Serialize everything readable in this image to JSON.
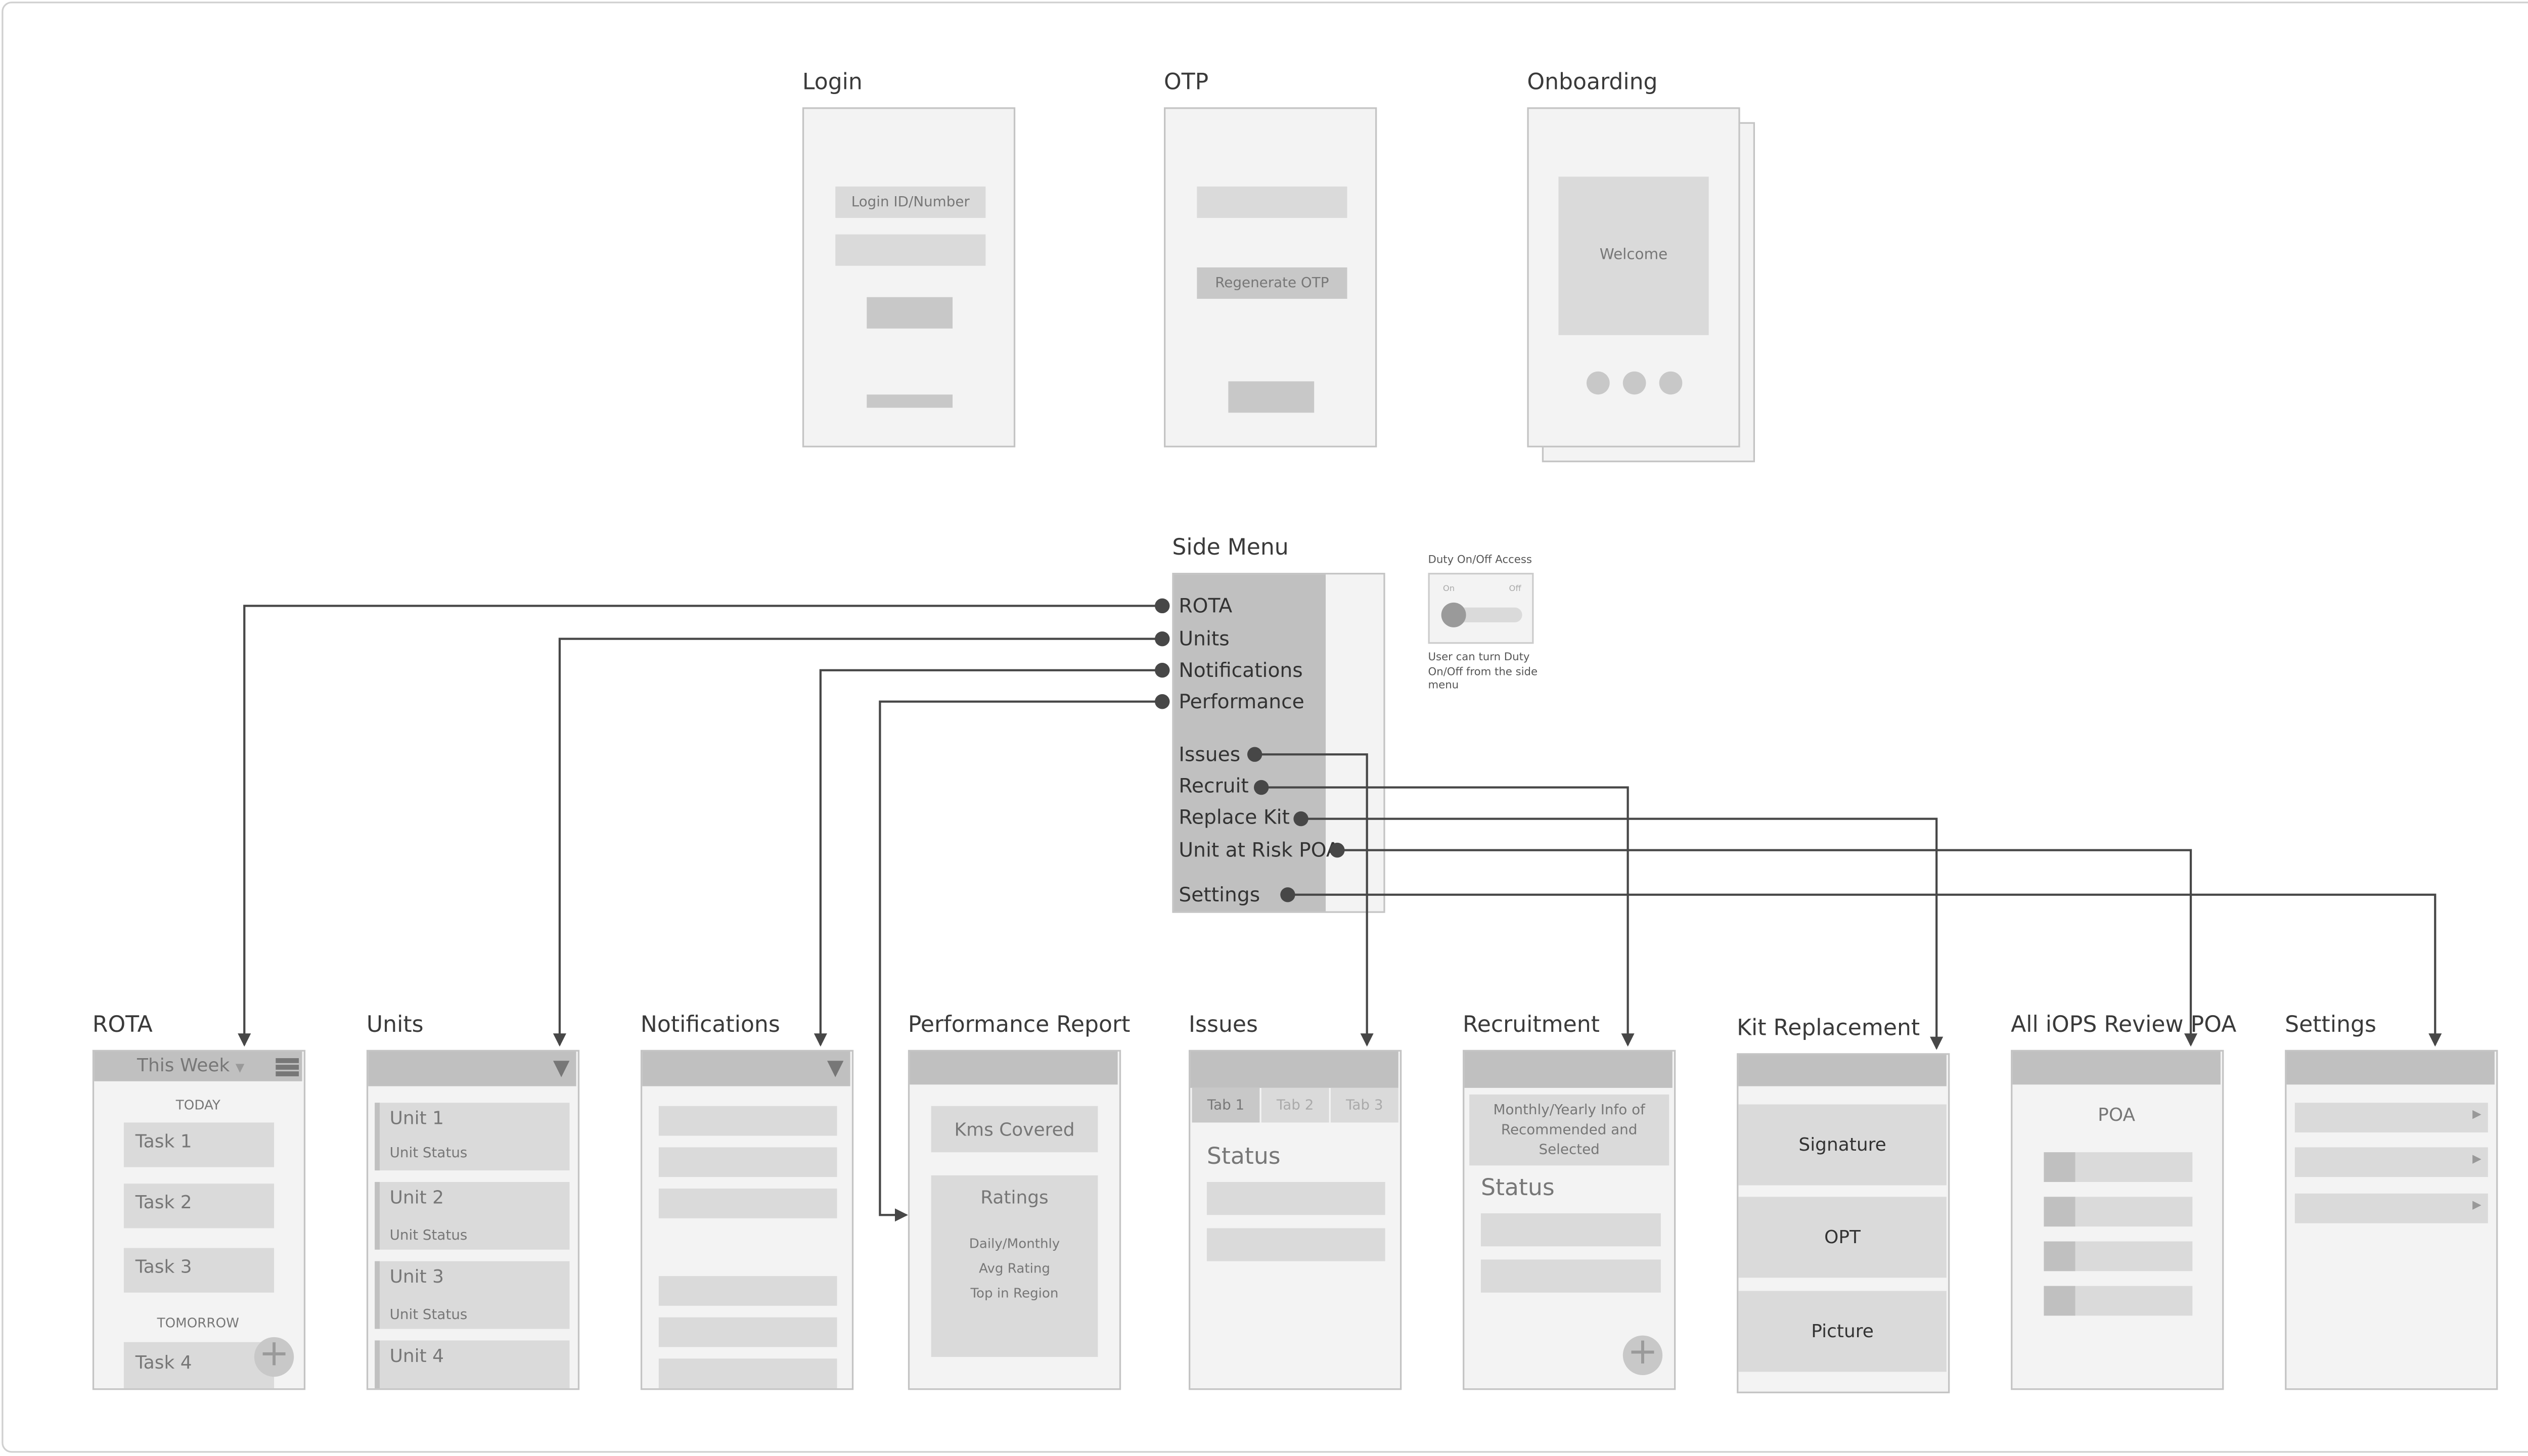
{
  "colors": {
    "connector": "#474747",
    "screen_bg": "#f3f3f3",
    "header": "#c0c0c0",
    "block": "#dadada",
    "side_menu": "#c0c0c0"
  },
  "login": {
    "title": "Login",
    "id_field": "Login ID/Number"
  },
  "otp": {
    "title": "OTP",
    "regenerate": "Regenerate OTP"
  },
  "onboarding": {
    "title": "Onboarding",
    "welcome": "Welcome"
  },
  "side_menu": {
    "title": "Side Menu",
    "items": [
      "ROTA",
      "Units",
      "Notifications",
      "Performance",
      "Issues",
      "Recruit",
      "Replace Kit",
      "Unit at Risk POA",
      "Settings"
    ]
  },
  "duty": {
    "title": "Duty On/Off Access",
    "on": "On",
    "off": "Off",
    "toggle_state": "on",
    "caption": "User can turn Duty On/Off from the side menu"
  },
  "screens": {
    "rota": {
      "title": "ROTA",
      "filter": "This Week",
      "today": "TODAY",
      "tomorrow": "TOMORROW",
      "tasks": [
        "Task 1",
        "Task 2",
        "Task 3",
        "Task 4"
      ],
      "list_icon": "list-icon",
      "add_icon": "plus-icon"
    },
    "units": {
      "title": "Units",
      "items": [
        "Unit 1",
        "Unit 2",
        "Unit 3",
        "Unit 4"
      ],
      "status": "Unit Status",
      "filter_icon": "filter-icon"
    },
    "notifications": {
      "title": "Notifications",
      "filter_icon": "filter-icon"
    },
    "performance": {
      "title": "Performance Report",
      "kms": "Kms Covered",
      "ratings": "Ratings",
      "lines": [
        "Daily/Monthly",
        "Avg Rating",
        "Top in Region"
      ]
    },
    "issues": {
      "title": "Issues",
      "tabs": [
        "Tab 1",
        "Tab 2",
        "Tab 3"
      ],
      "status": "Status"
    },
    "recruitment": {
      "title": "Recruitment",
      "info": "Monthly/Yearly Info of Recommended and Selected",
      "status": "Status",
      "add_icon": "plus-icon"
    },
    "kit": {
      "title": "Kit Replacement",
      "buttons": [
        "Signature",
        "OPT",
        "Picture"
      ]
    },
    "poa": {
      "title": "All iOPS Review POA",
      "heading": "POA"
    },
    "settings": {
      "title": "Settings",
      "chevron_icon": "chevron-right-icon"
    }
  }
}
